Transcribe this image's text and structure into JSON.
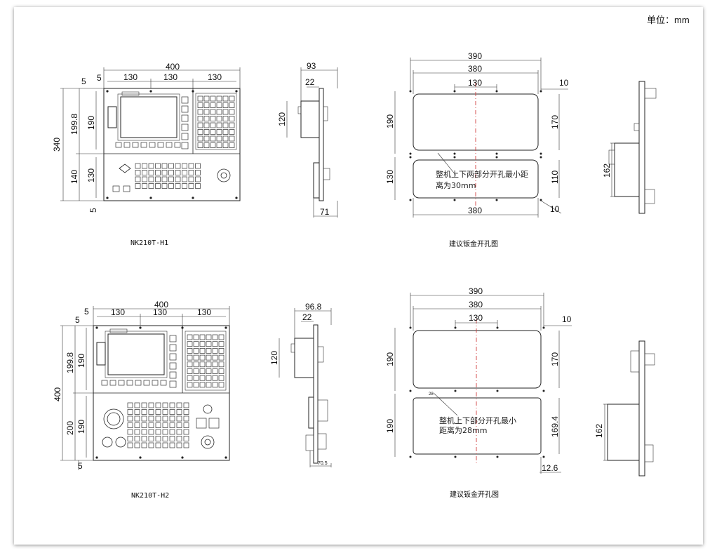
{
  "unit_label": "单位：mm",
  "top_row": {
    "front": {
      "model": "NK210T-H1",
      "dims": {
        "total_w": "400",
        "col1": "130",
        "col2": "130",
        "col3": "130",
        "margin_l": "5",
        "margin_top": "5",
        "total_h": "340",
        "upper_h": "199.8",
        "upper_in": "190",
        "lower_h": "140",
        "lower_in": "130",
        "margin_b": "5"
      }
    },
    "side": {
      "depth": "93",
      "flange": "22",
      "height": "120",
      "bottom": "71"
    },
    "cutout": {
      "title": "建议钣金开孔图",
      "dims": {
        "outer_w": "390",
        "inner_w": "380",
        "hole_pitch": "130",
        "edge_top": "10",
        "upper_h": "190",
        "upper_r": "170",
        "lower_h": "130",
        "lower_r": "110",
        "bottom_w": "380",
        "edge_bottom": "10"
      },
      "note_line1": "整机上下两部分开孔最小距",
      "note_line2": "离为30mm"
    },
    "side2": {
      "height": "162"
    }
  },
  "bottom_row": {
    "front": {
      "model": "NK210T-H2",
      "dims": {
        "total_w": "400",
        "col1": "130",
        "col2": "130",
        "col3": "130",
        "margin_l": "5",
        "margin_top": "5",
        "total_h": "400",
        "upper_h": "199.8",
        "upper_in": "190",
        "lower_h": "200",
        "lower_in": "190",
        "margin_b": "5"
      }
    },
    "side": {
      "depth": "96.8",
      "flange": "22",
      "height": "120",
      "bottom": "70.5"
    },
    "cutout": {
      "title": "建议钣金开孔图",
      "dims": {
        "outer_w": "390",
        "inner_w": "380",
        "hole_pitch": "130",
        "edge_top": "10",
        "upper_h": "190",
        "upper_r": "170",
        "lower_h": "190",
        "lower_r": "169.4",
        "small": "28",
        "edge_bottom": "12.6"
      },
      "note_line1": "整机上下部分开孔最小",
      "note_line2": "距离为28mm"
    },
    "side2": {
      "height": "162"
    }
  }
}
